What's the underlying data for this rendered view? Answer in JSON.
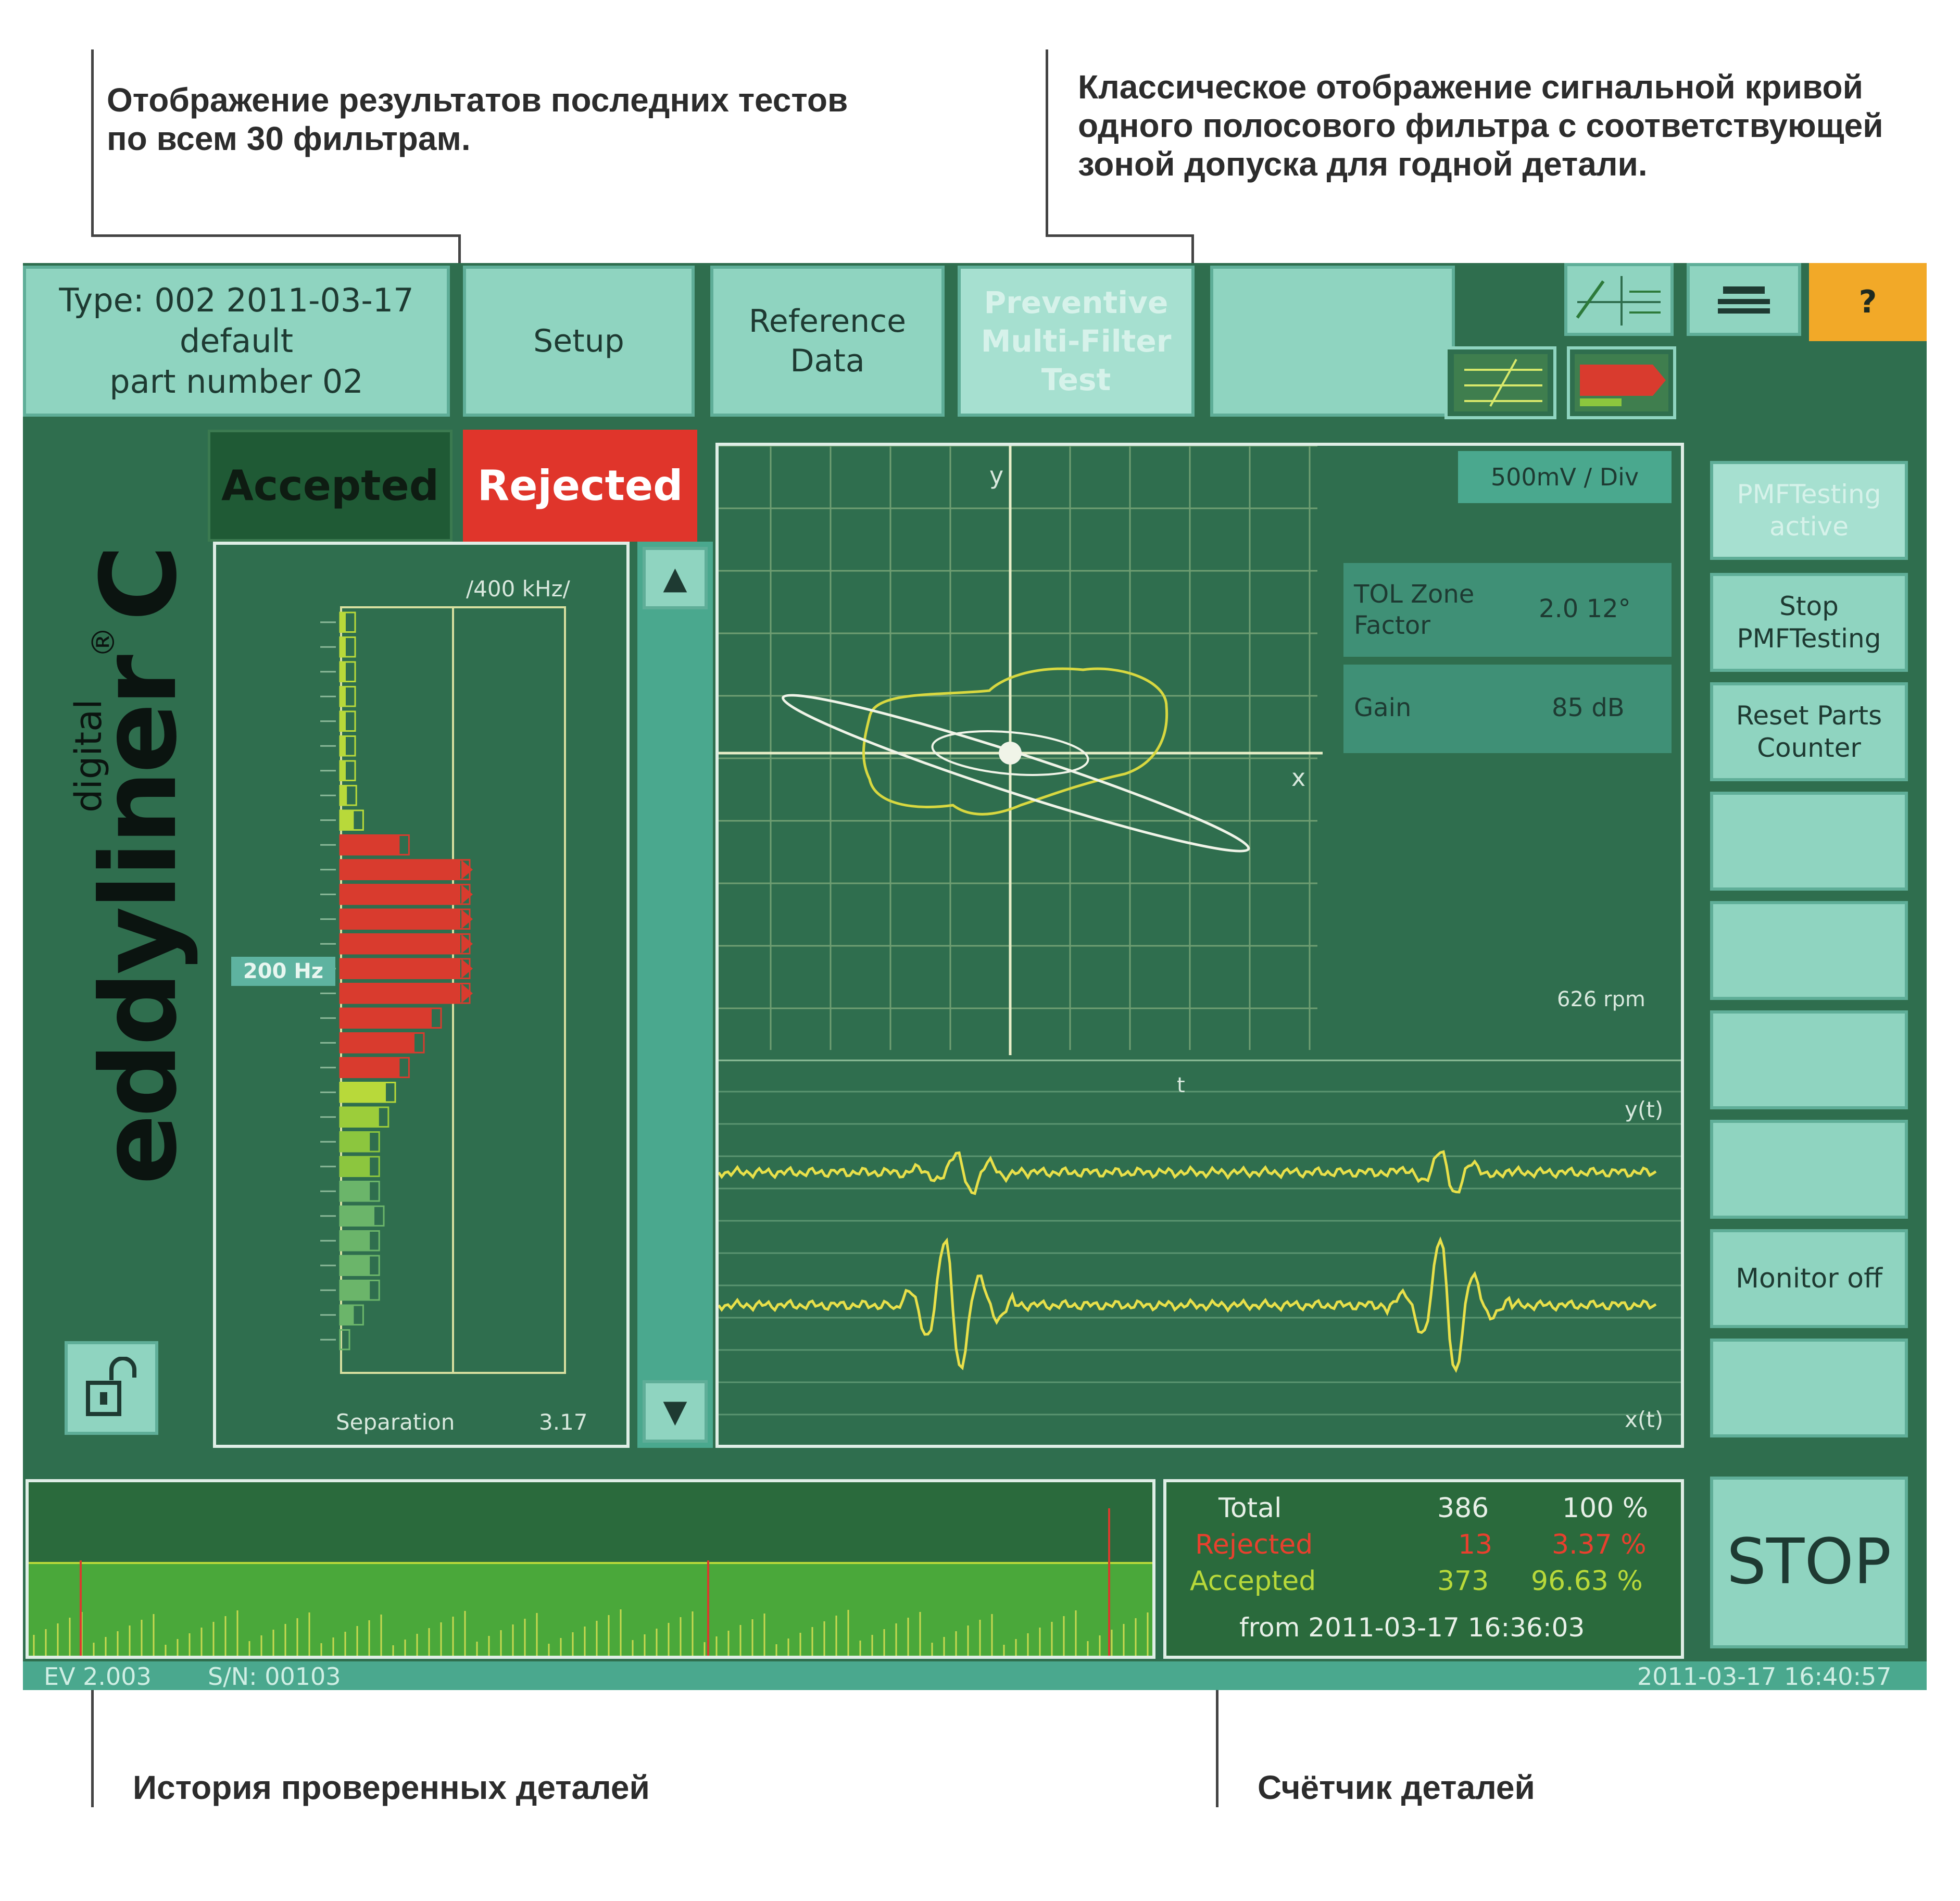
{
  "annotations": {
    "top_left": [
      "Отображение результатов последних тестов",
      "по всем 30 фильтрам."
    ],
    "top_right": [
      "Классическое отображение сигнальной кривой",
      "одного полосового фильтра с соответствующей",
      "зоной допуска для годной детали."
    ],
    "bottom_left": "История проверенных деталей",
    "bottom_right": "Счётчик деталей"
  },
  "header": {
    "type_line": "Type: 002   2011-03-17",
    "default_line": "default",
    "part_line": "part number 02",
    "setup_label": "Setup",
    "reference_label": [
      "Reference",
      "Data"
    ],
    "preventive_label": [
      "Preventive",
      "Multi-Filter",
      "Test"
    ],
    "help_label": "?",
    "icons": [
      "signal-curve-icon",
      "grid-lines-icon",
      "bar-arrow-icon",
      "printer-icon"
    ]
  },
  "brand": {
    "name": "eddyliner",
    "letter": "C",
    "registered": "®",
    "digital": "digital",
    "lock_icon": "unlock-icon"
  },
  "status": {
    "accepted": "Accepted",
    "rejected": "Rejected"
  },
  "filters": {
    "range_label": "/400 kHz/",
    "selected_label": "200 Hz",
    "separation_label": "Separation",
    "separation_value": "3.17",
    "rows": [
      {
        "value": 0.05,
        "color": "#b8d93a"
      },
      {
        "value": 0.05,
        "color": "#b8d93a"
      },
      {
        "value": 0.05,
        "color": "#b8d93a"
      },
      {
        "value": 0.05,
        "color": "#b8d93a"
      },
      {
        "value": 0.05,
        "color": "#b8d93a"
      },
      {
        "value": 0.05,
        "color": "#b8d93a"
      },
      {
        "value": 0.05,
        "color": "#b8d93a"
      },
      {
        "value": 0.06,
        "color": "#b8d93a"
      },
      {
        "value": 0.12,
        "color": "#b8d93a"
      },
      {
        "value": 0.52,
        "color": "#d93b2e"
      },
      {
        "value": 1.05,
        "color": "#d93b2e"
      },
      {
        "value": 1.05,
        "color": "#d93b2e"
      },
      {
        "value": 1.05,
        "color": "#d93b2e"
      },
      {
        "value": 1.05,
        "color": "#d93b2e"
      },
      {
        "value": 1.05,
        "color": "#d93b2e"
      },
      {
        "value": 1.05,
        "color": "#d93b2e"
      },
      {
        "value": 0.8,
        "color": "#d93b2e"
      },
      {
        "value": 0.65,
        "color": "#d93b2e"
      },
      {
        "value": 0.52,
        "color": "#d93b2e"
      },
      {
        "value": 0.4,
        "color": "#b8d93a"
      },
      {
        "value": 0.34,
        "color": "#9ccd3a"
      },
      {
        "value": 0.26,
        "color": "#8cc63e"
      },
      {
        "value": 0.26,
        "color": "#8cc63e"
      },
      {
        "value": 0.26,
        "color": "#6bb56a"
      },
      {
        "value": 0.3,
        "color": "#6bb56a"
      },
      {
        "value": 0.26,
        "color": "#6bb56a"
      },
      {
        "value": 0.26,
        "color": "#6bb56a"
      },
      {
        "value": 0.26,
        "color": "#6bb56a"
      },
      {
        "value": 0.12,
        "color": "#6bb56a"
      },
      {
        "value": 0.0,
        "color": "#6bb56a"
      }
    ]
  },
  "scope": {
    "scale": "500mV / Div",
    "y_axis": "y",
    "x_axis": "x",
    "t_axis": "t",
    "rpm": "626 rpm",
    "trace_y": "y(t)",
    "trace_x": "x(t)",
    "tol_label": [
      "TOL Zone",
      "Factor"
    ],
    "tol_value": "2.0   12°",
    "gain_label": "Gain",
    "gain_value": "85 dB"
  },
  "side_buttons": {
    "pmf_active": [
      "PMFTesting",
      "active"
    ],
    "stop_pmf": [
      "Stop",
      "PMFTesting"
    ],
    "reset_counter": [
      "Reset Parts",
      "Counter"
    ],
    "monitor_off": "Monitor off",
    "stop": "STOP"
  },
  "counter": {
    "total_label": "Total",
    "total_count": "386",
    "total_pct": "100 %",
    "rejected_label": "Rejected",
    "rejected_count": "13",
    "rejected_pct": "3.37 %",
    "accepted_label": "Accepted",
    "accepted_count": "373",
    "accepted_pct": "96.63 %",
    "from_label": "from  2011-03-17  16:36:03"
  },
  "footer": {
    "version": "EV 2.003",
    "serial": "S/N: 00103",
    "datetime": "2011-03-17  16:40:57"
  },
  "colors": {
    "background": "#2f6e4e",
    "teal_button": "#8fd4c0",
    "rejected": "#e0352b",
    "accepted": "#1f5a35",
    "warning": "#f2a928",
    "trace_yellow": "#e8e04a"
  }
}
